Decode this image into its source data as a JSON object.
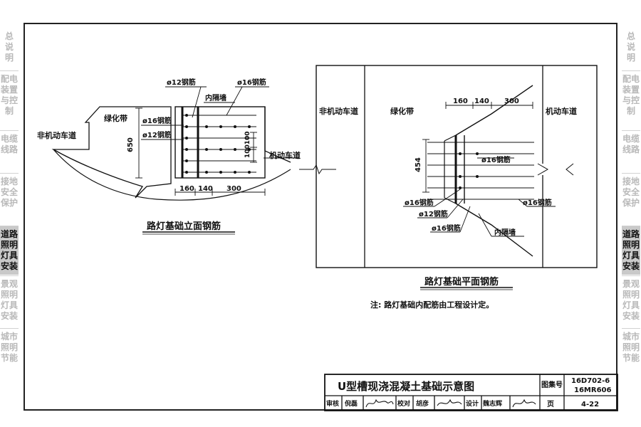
{
  "side_tabs": [
    {
      "lines": [
        "总",
        "说",
        "明"
      ],
      "active": false
    },
    {
      "lines": [
        "配电",
        "装置",
        "与控",
        "制"
      ],
      "active": false
    },
    {
      "lines": [
        "电缆",
        "线路"
      ],
      "active": false
    },
    {
      "lines": [
        "接地",
        "安全",
        "保护"
      ],
      "active": false
    },
    {
      "lines": [
        "道路",
        "照明",
        "灯具",
        "安装"
      ],
      "active": true
    },
    {
      "lines": [
        "景观",
        "照明",
        "灯具",
        "安装"
      ],
      "active": false
    },
    {
      "lines": [
        "城市",
        "照明",
        "节能"
      ],
      "active": false
    }
  ],
  "elevation": {
    "title": "路灯基础立面钢筋",
    "labels": {
      "rebar_12_top": "ø12钢筋",
      "rebar_16_top": "ø16钢筋",
      "inner_wall": "内隔墙",
      "green_belt": "绿化带",
      "rebar_16_side": "ø16钢筋",
      "rebar_12_side": "ø12钢筋",
      "nonmotor_lane": "非机动车道",
      "motor_lane": "机动车道",
      "dim_650": "650",
      "dim_100100": "100100",
      "dim_160": "160",
      "dim_140": "140",
      "dim_300": "300"
    }
  },
  "plan": {
    "title": "路灯基础平面钢筋",
    "labels": {
      "nonmotor_lane": "非机动车道",
      "green_belt": "绿化带",
      "motor_lane": "机动车道",
      "dim_160": "160",
      "dim_140": "140",
      "dim_300": "300",
      "dim_454": "454",
      "rebar_16_right": "ø16钢筋",
      "rebar_16_left": "ø16钢筋",
      "rebar_12": "ø12钢筋",
      "rebar_16_bottom": "ø16钢筋",
      "inner_wall": "内隔墙",
      "rebar_16_far_right": "ø16钢筋"
    }
  },
  "note": "注:  路灯基础内配筋由工程设计定。",
  "title_block": {
    "drawing_title": "U型槽现浇混凝土基础示意图",
    "atlas_label": "图集号",
    "atlas_no_1": "16D702-6",
    "atlas_no_2": "16MR606",
    "page_label": "页",
    "page_no": "4-22",
    "review_label": "审核",
    "reviewer": "倪磊",
    "check_label": "校对",
    "checker": "胡彦",
    "design_label": "设计",
    "designer": "魏志辉"
  }
}
